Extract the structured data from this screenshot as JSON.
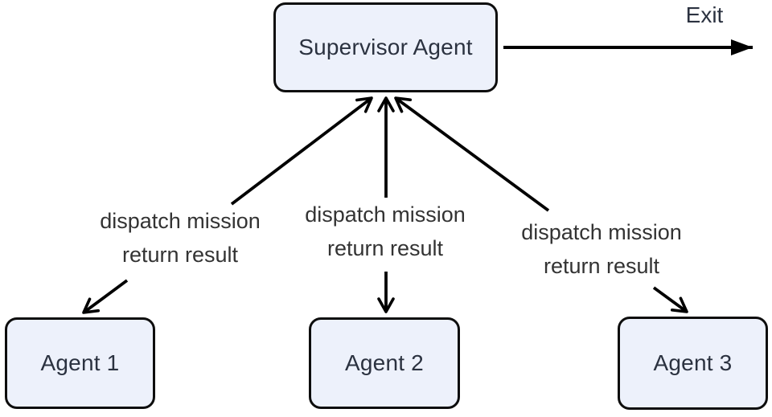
{
  "diagram": {
    "type": "flowchart",
    "nodes": {
      "supervisor": {
        "label": "Supervisor Agent"
      },
      "agent1": {
        "label": "Agent 1"
      },
      "agent2": {
        "label": "Agent 2"
      },
      "agent3": {
        "label": "Agent 3"
      }
    },
    "edges": [
      {
        "between": "Supervisor Agent and Agent 1",
        "line1": "dispatch mission",
        "line2": "return result"
      },
      {
        "between": "Supervisor Agent and Agent 2",
        "line1": "dispatch mission",
        "line2": "return result"
      },
      {
        "between": "Supervisor Agent and Agent 3",
        "line1": "dispatch mission",
        "line2": "return result"
      }
    ],
    "exit_label": "Exit",
    "colors": {
      "background": "#ffffff",
      "node_fill": "#edf1fb",
      "node_border": "#0d0d0d",
      "node_text": "#2b3240",
      "edge_label_text": "#333333",
      "arrow": "#000000"
    }
  }
}
